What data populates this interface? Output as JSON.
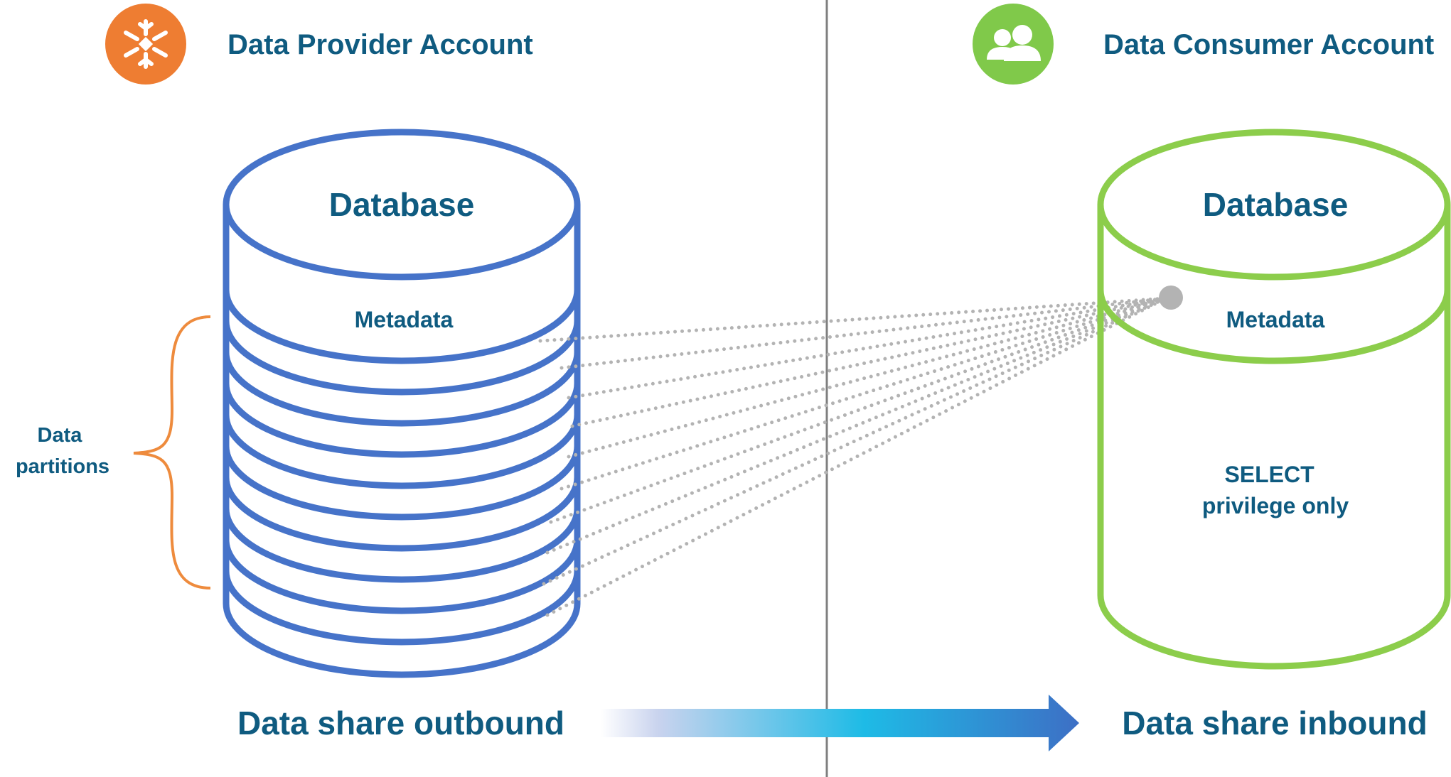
{
  "colors": {
    "title_text": "#0f5b80",
    "provider_db": "#4673c9",
    "consumer_db": "#8ccd4b",
    "provider_icon_bg": "#ee7d32",
    "consumer_icon_bg": "#80c94a",
    "partition_brace": "#ee8b3d",
    "dots": "#b3b3b3",
    "divider": "#7f7f7f",
    "arrow_start": "#c9d3ee",
    "arrow_mid": "#1ebbe6",
    "arrow_end": "#3d6fc5"
  },
  "provider": {
    "title": "Data Provider Account",
    "icon": "snowflake-icon",
    "database_label": "Database",
    "metadata_label": "Metadata",
    "footer": "Data share outbound"
  },
  "consumer": {
    "title": "Data Consumer Account",
    "icon": "users-icon",
    "database_label": "Database",
    "metadata_label": "Metadata",
    "privilege_line1": "SELECT",
    "privilege_line2": "privilege only",
    "footer": "Data share inbound"
  },
  "partitions": {
    "label_line1": "Data",
    "label_line2": "partitions"
  }
}
